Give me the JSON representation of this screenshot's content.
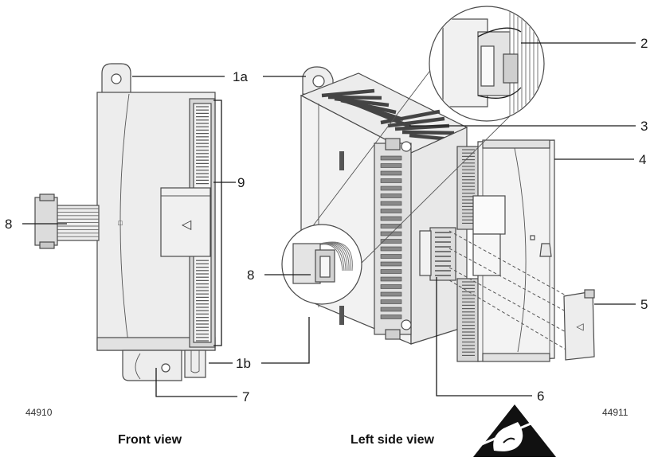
{
  "callouts": {
    "c1a": "1a",
    "c1b": "1b",
    "c2": "2",
    "c3": "3",
    "c4": "4",
    "c5": "5",
    "c6": "6",
    "c7": "7",
    "c8_front": "8",
    "c8_side": "8",
    "c9": "9"
  },
  "figure_numbers": {
    "front": "44910",
    "side": "44911"
  },
  "captions": {
    "front": "Front view",
    "side": "Left side view"
  },
  "symbols": {
    "front_arrow": "◁",
    "cover_arrow": "◁",
    "small_mark": "□"
  },
  "colors": {
    "line": "#1a1a1a",
    "body_fill": "#ededed",
    "shade_fill": "#d6d6d6",
    "dark_fill": "#7a7a7a"
  }
}
